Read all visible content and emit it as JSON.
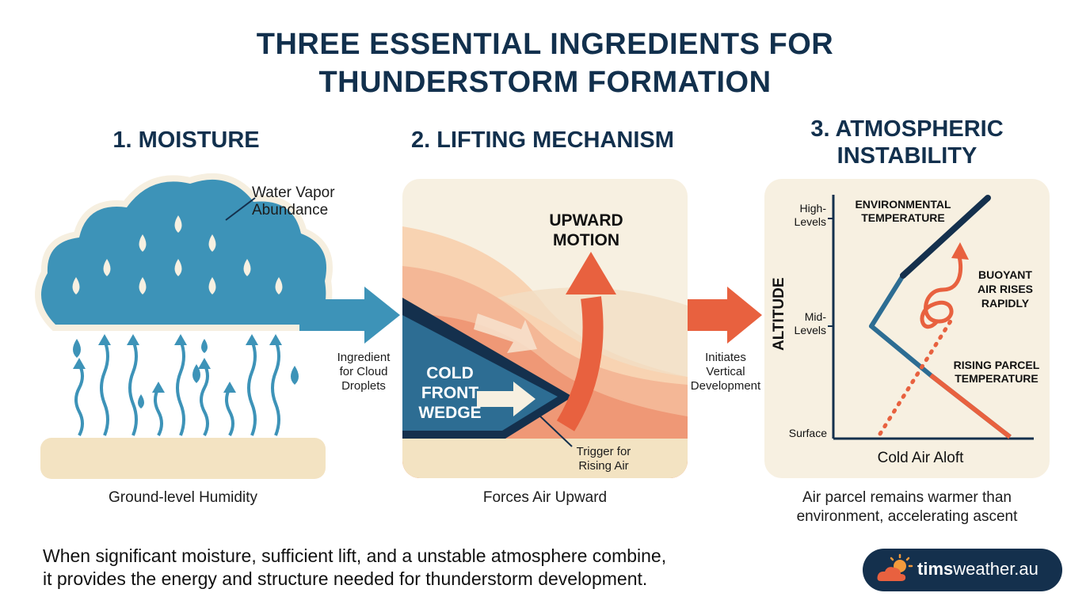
{
  "title": {
    "line1": "THREE ESSENTIAL INGREDIENTS FOR",
    "line2": "THUNDERSTORM FORMATION"
  },
  "moisture": {
    "heading": "1. MOISTURE",
    "callout_line1": "Water Vapor",
    "callout_line2": "Abundance",
    "caption": "Ground-level Humidity"
  },
  "arrow1": {
    "line1": "Ingredient",
    "line2": "for Cloud",
    "line3": "Droplets"
  },
  "lifting": {
    "heading": "2. LIFTING MECHANISM",
    "upward_line1": "UPWARD",
    "upward_line2": "MOTION",
    "wedge_line1": "COLD",
    "wedge_line2": "FRONT",
    "wedge_line3": "WEDGE",
    "trigger_line1": "Trigger for",
    "trigger_line2": "Rising Air",
    "caption": "Forces Air Upward"
  },
  "arrow2": {
    "line1": "Initiates",
    "line2": "Vertical",
    "line3": "Development"
  },
  "instability": {
    "heading_line1": "3. ATMOSPHERIC",
    "heading_line2": "INSTABILITY",
    "y_axis": "ALTITUDE",
    "tick_high_1": "High-",
    "tick_high_2": "Levels",
    "tick_mid_1": "Mid-",
    "tick_mid_2": "Levels",
    "tick_surface": "Surface",
    "env_line1": "ENVIRONMENTAL",
    "env_line2": "TEMPERATURE",
    "buoy_line1": "BUOYANT",
    "buoy_line2": "AIR RISES",
    "buoy_line3": "RAPIDLY",
    "parcel_line1": "RISING PARCEL",
    "parcel_line2": "TEMPERATURE",
    "x_axis": "Cold Air Aloft",
    "caption_line1": "Air parcel remains warmer than",
    "caption_line2": "environment, accelerating ascent"
  },
  "footer": {
    "line1": "When significant moisture, sufficient lift, and a unstable atmosphere combine,",
    "line2": "it provides the energy and structure needed for thunderstorm development."
  },
  "brand": {
    "name_bold": "tims",
    "name_rest": "weather.au",
    "icon": "sun-cloud-icon"
  },
  "colors": {
    "navy": "#14304d",
    "teal": "#3d93b8",
    "orange": "#e8613f",
    "cream": "#f7f0e1",
    "sand": "#f3e3c2"
  }
}
